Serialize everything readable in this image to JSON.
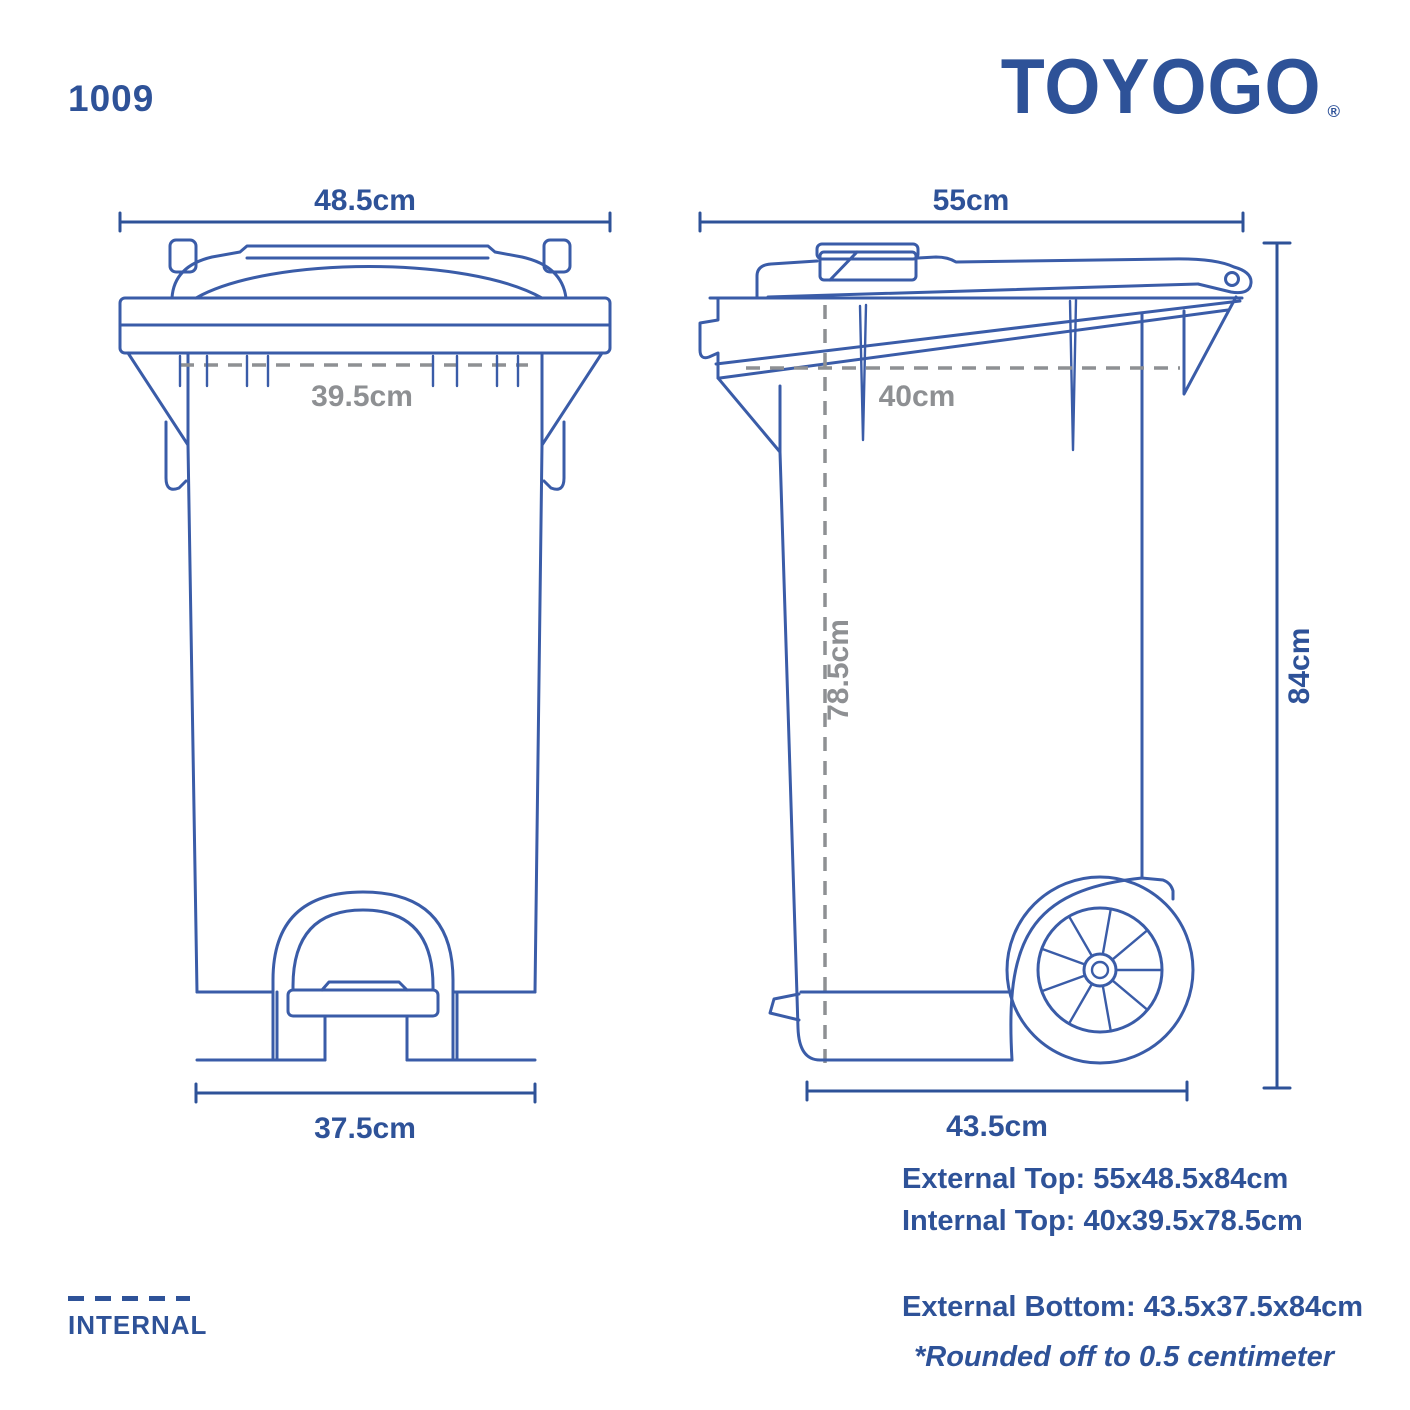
{
  "header": {
    "product_code": "1009",
    "brand": "TOYOGO",
    "registered_mark": "®"
  },
  "front_view": {
    "name": "front-elevation-drawing",
    "dim_top_external_width": "48.5cm",
    "dim_internal_width": "39.5cm",
    "dim_bottom_external_width": "37.5cm"
  },
  "side_view": {
    "name": "side-elevation-drawing",
    "dim_top_external_depth": "55cm",
    "dim_internal_depth": "40cm",
    "dim_internal_height": "78.5cm",
    "dim_external_height": "84cm",
    "dim_bottom_external_depth": "43.5cm"
  },
  "specs": {
    "external_top": "External Top: 55x48.5x84cm",
    "internal_top": "Internal Top: 40x39.5x78.5cm",
    "external_bottom": "External Bottom: 43.5x37.5x84cm",
    "note": "*Rounded off to 0.5 centimeter"
  },
  "legend": {
    "internal_label": "INTERNAL"
  },
  "colors": {
    "brand_blue": "#2E5298",
    "line_blue": "#3A5CA8",
    "dim_gray": "#8E9093"
  }
}
